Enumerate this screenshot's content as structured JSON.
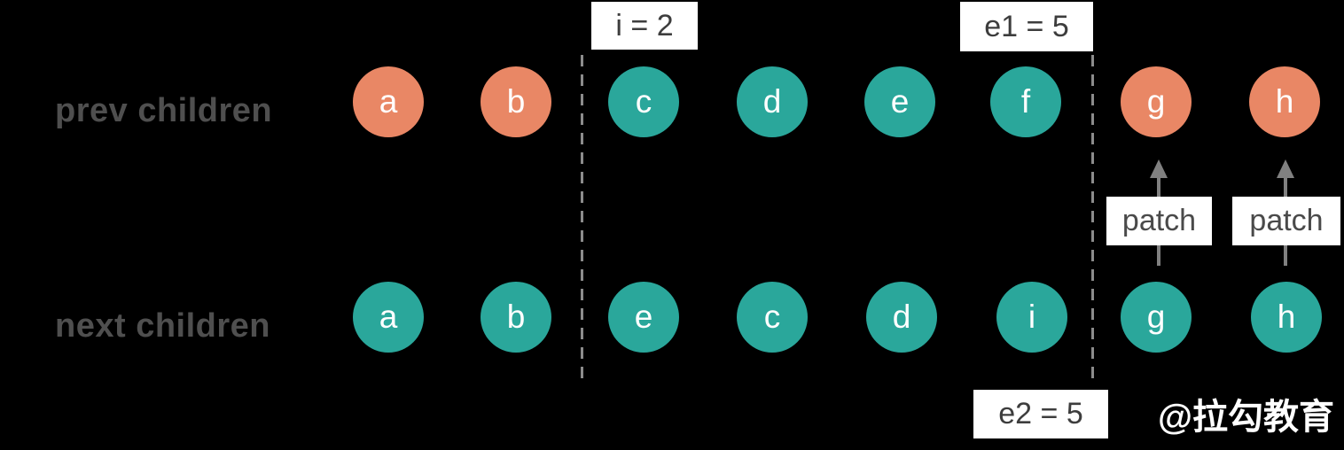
{
  "colors": {
    "orange": "#e98765",
    "teal": "#2aa79b",
    "label_gray": "#4f4f4f",
    "box_text": "#3d3d3d",
    "arrow_gray": "#808080",
    "background": "#000000"
  },
  "rows": {
    "prev": {
      "label": "prev children",
      "circles": [
        {
          "letter": "a",
          "color": "orange"
        },
        {
          "letter": "b",
          "color": "orange"
        },
        {
          "letter": "c",
          "color": "teal"
        },
        {
          "letter": "d",
          "color": "teal"
        },
        {
          "letter": "e",
          "color": "teal"
        },
        {
          "letter": "f",
          "color": "teal"
        },
        {
          "letter": "g",
          "color": "orange"
        },
        {
          "letter": "h",
          "color": "orange"
        }
      ]
    },
    "next": {
      "label": "next children",
      "circles": [
        {
          "letter": "a",
          "color": "teal"
        },
        {
          "letter": "b",
          "color": "teal"
        },
        {
          "letter": "e",
          "color": "teal"
        },
        {
          "letter": "c",
          "color": "teal"
        },
        {
          "letter": "d",
          "color": "teal"
        },
        {
          "letter": "i",
          "color": "teal"
        },
        {
          "letter": "g",
          "color": "teal"
        },
        {
          "letter": "h",
          "color": "teal"
        }
      ]
    }
  },
  "markers": {
    "i": "i = 2",
    "e1": "e1 = 5",
    "e2": "e2 = 5"
  },
  "patch_labels": [
    "patch",
    "patch"
  ],
  "watermark": "@拉勾教育"
}
